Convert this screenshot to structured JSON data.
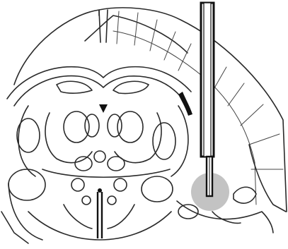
{
  "figure": {
    "description_visible": "",
    "colors": {
      "line": "#2a2a2a",
      "target": "#b9b9b9",
      "background": "#ffffff"
    },
    "elements": [
      "brain-coronal-section",
      "electrode-probe",
      "target-region"
    ]
  }
}
